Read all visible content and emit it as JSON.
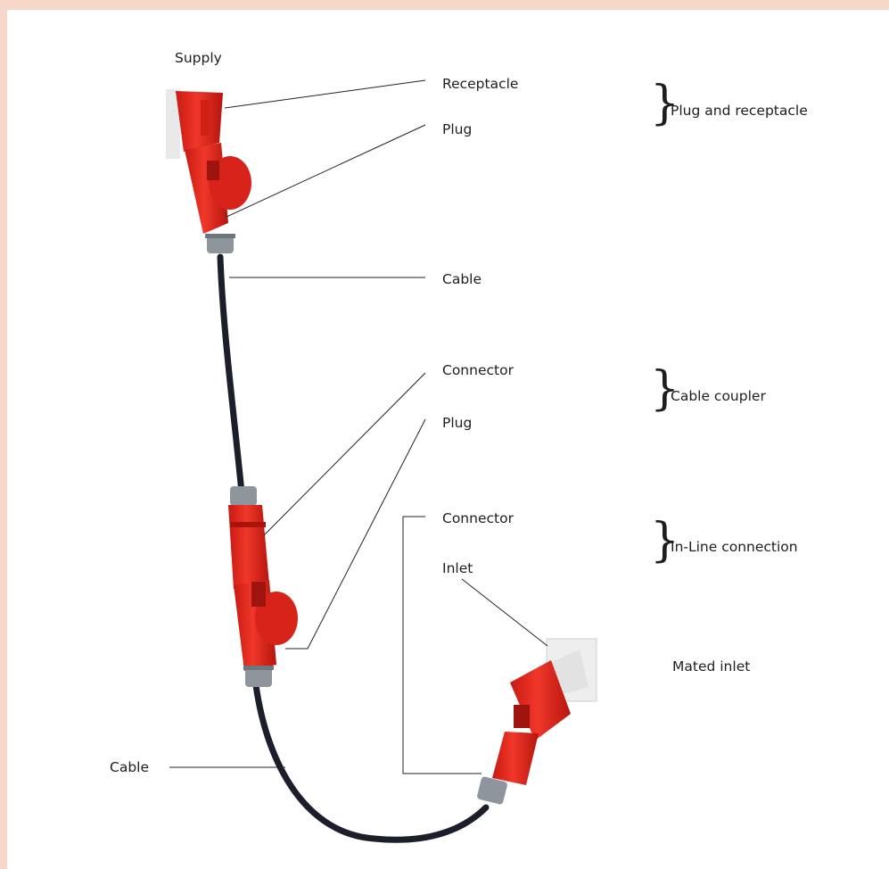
{
  "labels": {
    "supply": "Supply",
    "receptacle": "Receptacle",
    "plug_top": "Plug",
    "cable_top": "Cable",
    "connector_mid": "Connector",
    "plug_mid": "Plug",
    "connector_low": "Connector",
    "inlet": "Inlet",
    "mated_inlet": "Mated inlet",
    "cable_bottom": "Cable"
  },
  "groups": {
    "plug_and_receptacle": "Plug and receptacle",
    "cable_coupler": "Cable coupler",
    "in_line_connection": "In-Line connection"
  },
  "colors": {
    "page_border": "#f6d6c9",
    "connector_red": "#e3261c",
    "connector_dark_red": "#a8130e",
    "cable": "#1c1f2b",
    "gland_grey": "#8e959c",
    "inlet_white": "#eeeeee"
  }
}
